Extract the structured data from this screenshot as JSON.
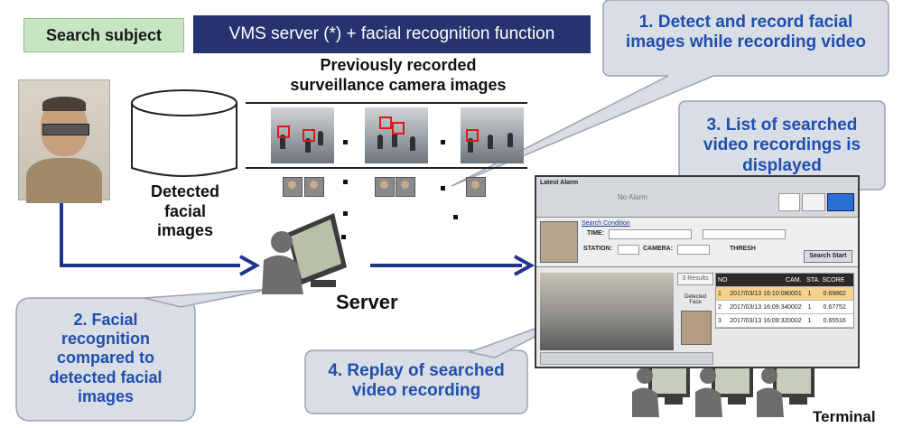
{
  "search_subject": {
    "label": "Search subject"
  },
  "vms_banner": {
    "label": "VMS server (*) + facial recognition function"
  },
  "recorded_label": {
    "line1": "Previously recorded",
    "line2": "surveillance camera images"
  },
  "detected_label": {
    "line1": "Detected",
    "line2": "facial",
    "line3": "images"
  },
  "server_label": "Server",
  "terminal_label": "Terminal",
  "callouts": {
    "c1": {
      "line1": "1. Detect and record facial",
      "line2": "images while recording video"
    },
    "c2": {
      "line1": "2. Facial",
      "line2": "recognition",
      "line3": "compared to",
      "line4": "detected facial",
      "line5": "images"
    },
    "c3": {
      "line1": "3. List of searched",
      "line2": "video recordings is",
      "line3": "displayed"
    },
    "c4": {
      "line1": "4. Replay of searched",
      "line2": "video recording"
    }
  },
  "terminal_window": {
    "latest_alarm": "Latest Alarm",
    "no_alarm": "No Alarm",
    "search_condition": "Search Condition",
    "time_label": "TIME:",
    "station_label": "STATION:",
    "camera_label": "CAMERA:",
    "thresh_label": "THRESH",
    "search_start": "Search Start",
    "results": "3 Results",
    "detected_face": "Detected Face",
    "columns": [
      "NO",
      "",
      "CAM.",
      "STA.",
      "SCORE"
    ],
    "rows": [
      [
        "1",
        "2017/03/13 16:10:08",
        "0001",
        "1",
        "0.69862"
      ],
      [
        "2",
        "2017/03/13 16:09:34",
        "0002",
        "1",
        "0.67752"
      ],
      [
        "3",
        "2017/03/13 16:09:32",
        "0002",
        "1",
        "0.65516"
      ]
    ]
  },
  "colors": {
    "callout_fill": "#d9dde6",
    "callout_text": "#1f4fae",
    "arrow": "#22338a",
    "banner": "#26336e",
    "subject_fill": "#c6e5c3"
  }
}
